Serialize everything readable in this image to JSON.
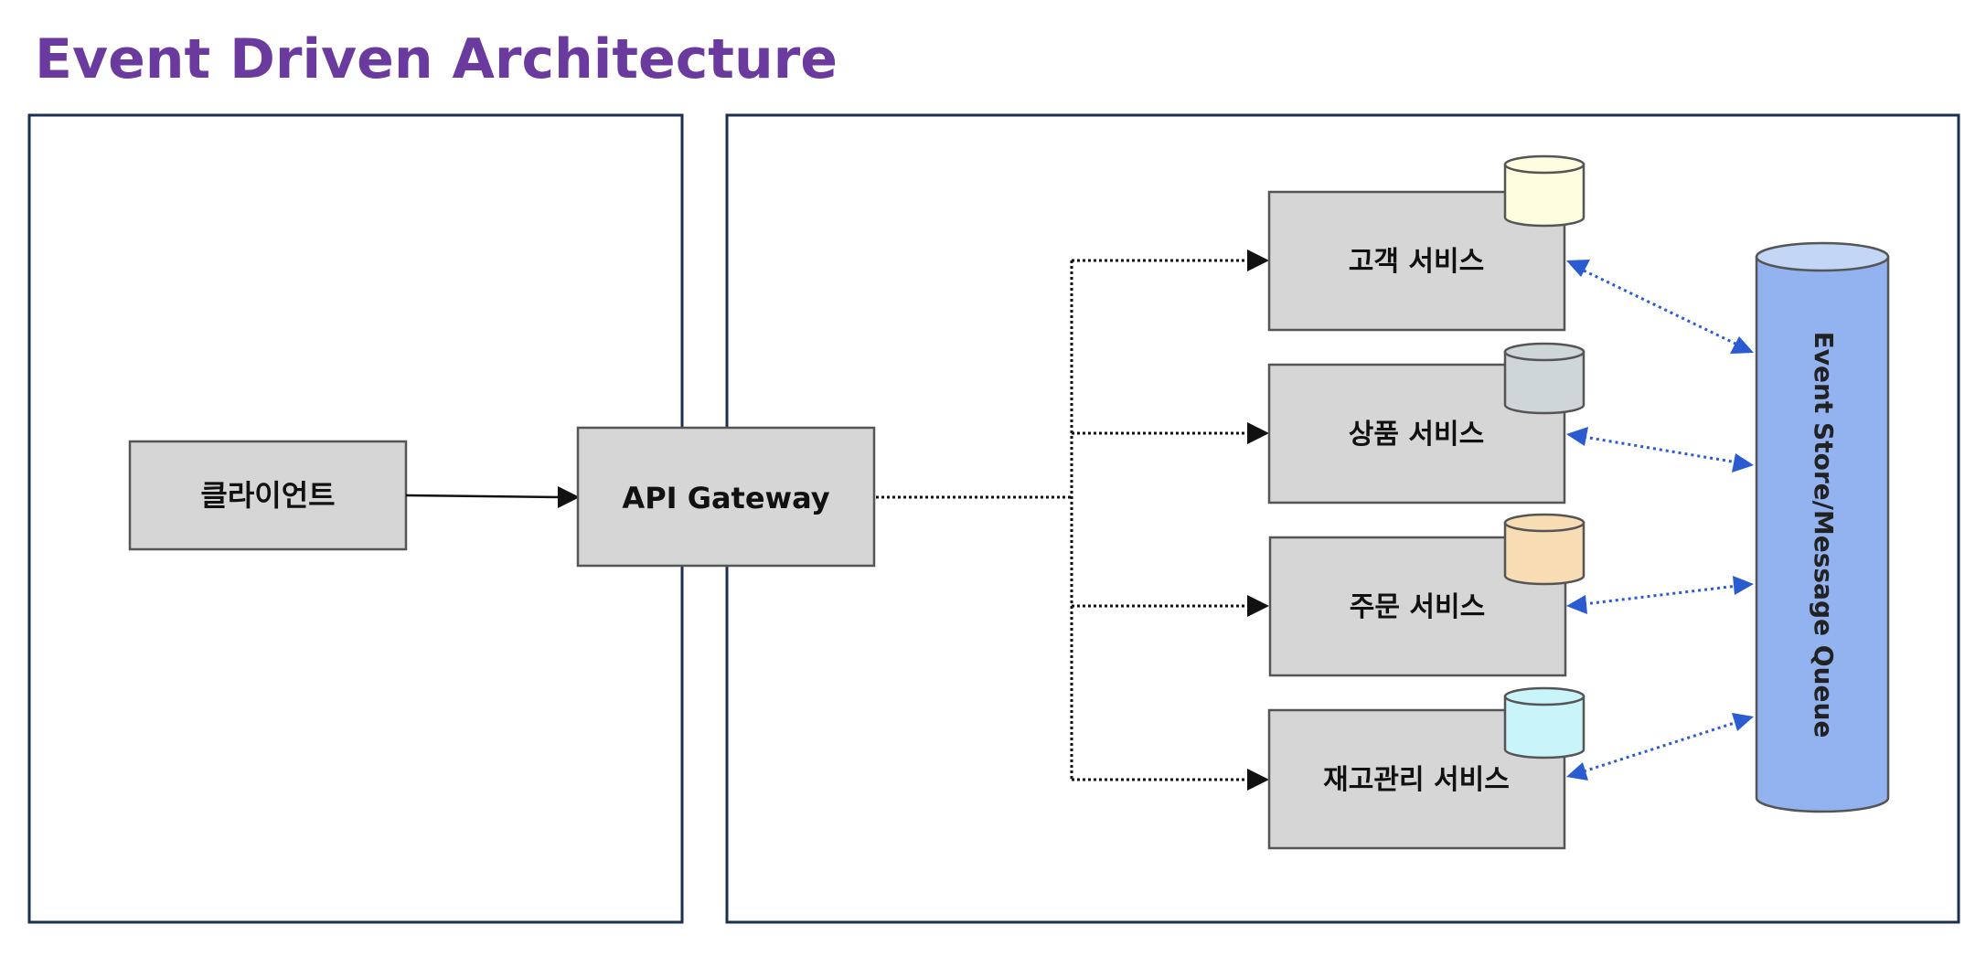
{
  "title": "Event Driven Architecture",
  "nodes": {
    "client": "클라이언트",
    "gateway": "API Gateway",
    "services": [
      {
        "label": "고객 서비스",
        "db_color": "#fdfde0"
      },
      {
        "label": "상품 서비스",
        "db_color": "#cfd6da"
      },
      {
        "label": "주문 서비스",
        "db_color": "#f8dcb4"
      },
      {
        "label": "재고관리 서비스",
        "db_color": "#c8f4fa"
      }
    ],
    "queue": "Event Store/Message Queue"
  },
  "colors": {
    "title": "#6a3a9e",
    "box_fill": "#d6d6d6",
    "frame": "#1c2f4f",
    "queue_fill": "#93b2f0",
    "queue_top": "#c4d6f6",
    "arrow_blue": "#2a5bd0"
  }
}
